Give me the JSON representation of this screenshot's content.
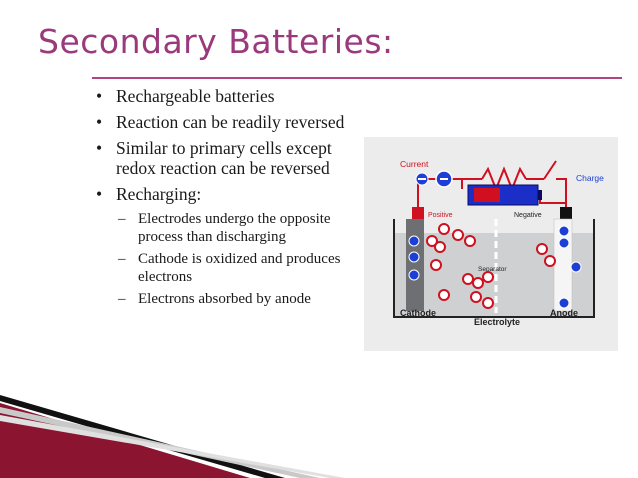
{
  "slide": {
    "title": "Secondary Batteries:",
    "bullets": [
      "Rechargeable batteries",
      "Reaction can be readily reversed",
      "Similar to primary cells except redox reaction can be reversed",
      "Recharging:"
    ],
    "sub_bullets": [
      "Electrodes undergo the opposite process than discharging",
      "Cathode is oxidized and produces electrons",
      "Electrons absorbed by anode"
    ]
  },
  "diagram": {
    "labels": {
      "current": "Current",
      "charge": "Charge",
      "positive": "Positive",
      "negative": "Negative",
      "separator": "Separator",
      "cathode": "Cathode",
      "electrolyte": "Electrolyte",
      "anode": "Anode"
    }
  },
  "colors": {
    "title": "#9a3a7c",
    "rule": "#b2457f",
    "accent_stripe": "#8b1530"
  }
}
